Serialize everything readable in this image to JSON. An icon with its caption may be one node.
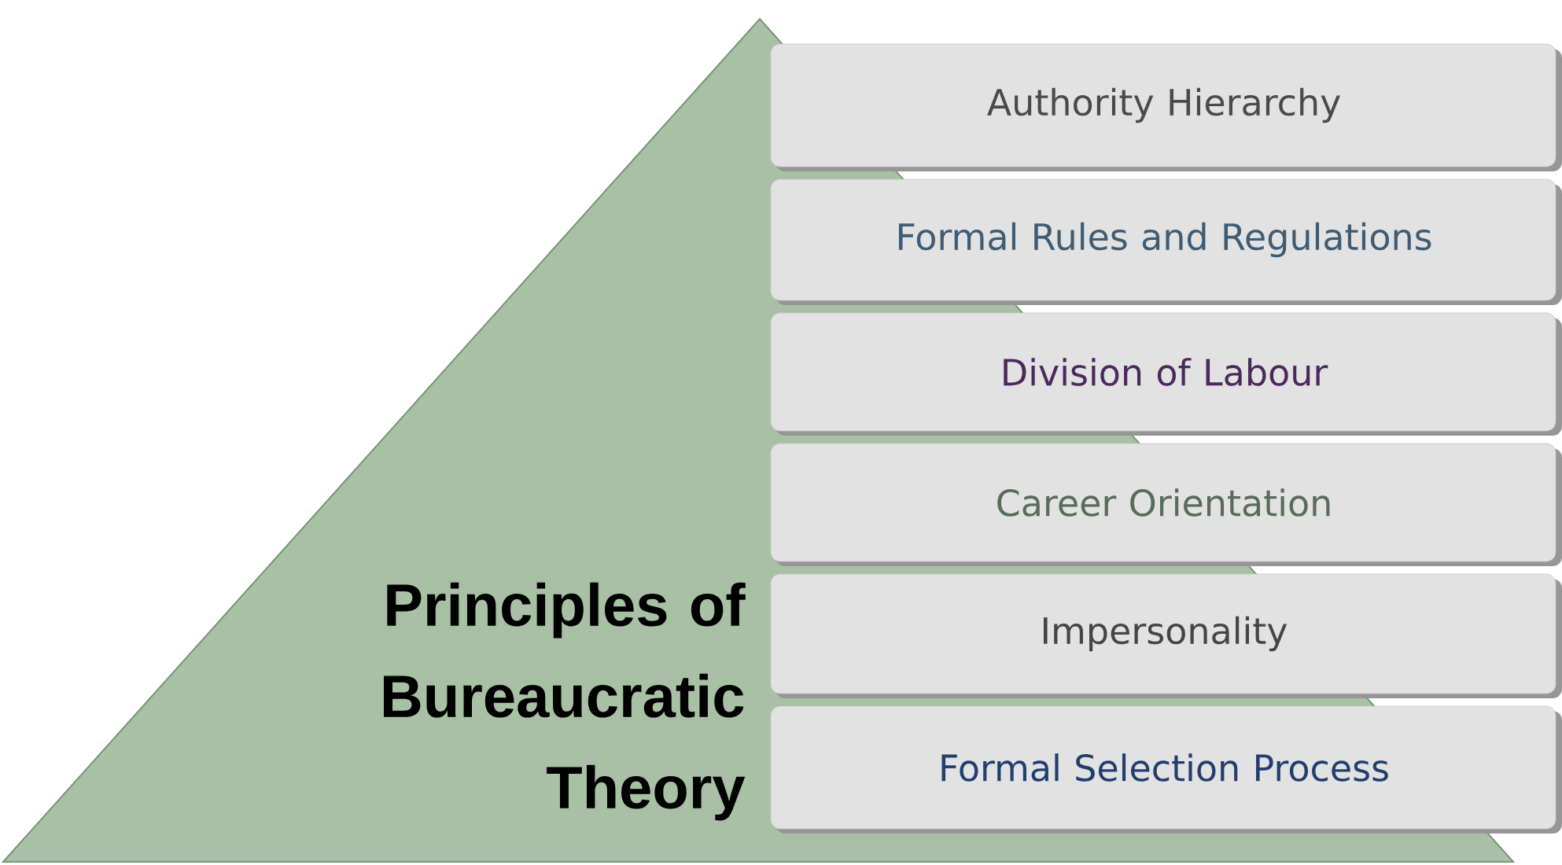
{
  "diagram": {
    "nodes": [
      {
        "text": [
          "Principles of Bureaucratic Theory"
        ]
      },
      {
        "text": [
          "Authority Hierarchy"
        ]
      },
      {
        "text": [
          "Formal Rules and Regulations"
        ]
      },
      {
        "text": [
          "Division of Labour"
        ]
      },
      {
        "text": [
          "Career Orientation"
        ]
      },
      {
        "text": [
          "Impersonality"
        ]
      },
      {
        "text": [
          "Formal Selection Process"
        ]
      }
    ]
  }
}
